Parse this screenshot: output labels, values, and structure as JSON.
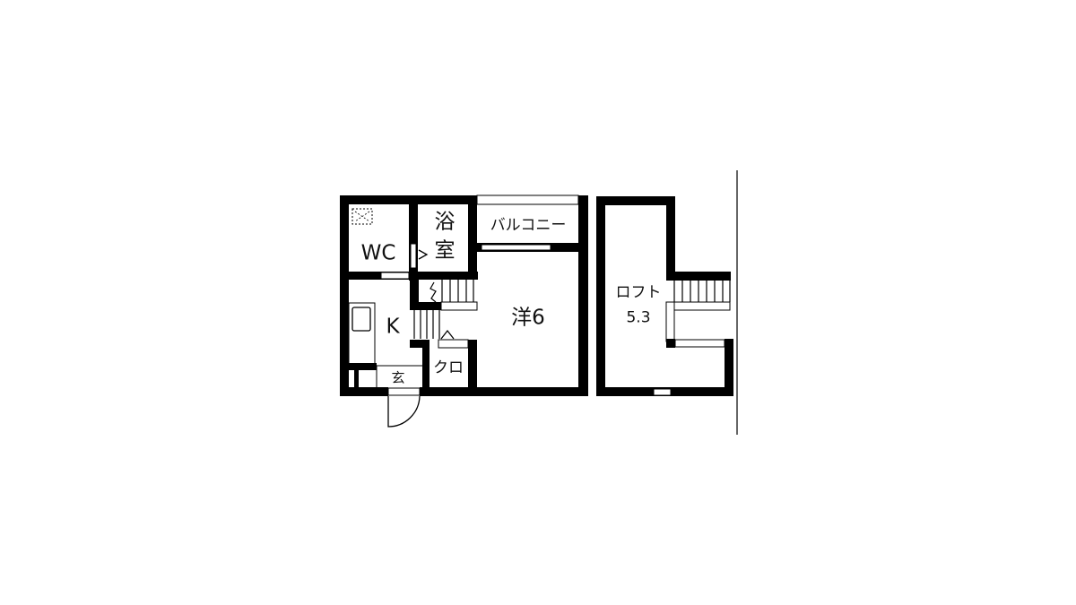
{
  "floor_plan": {
    "rooms": {
      "wc": "WC",
      "bath_line1": "浴",
      "bath_line2": "室",
      "balcony": "バルコニー",
      "western_room": "洋6",
      "kitchen": "K",
      "closet": "クロ",
      "entrance": "玄",
      "loft": "ロフト",
      "loft_size": "5.3"
    },
    "colors": {
      "wall": "#000000",
      "line": "#111111",
      "divider": "#666666"
    }
  }
}
